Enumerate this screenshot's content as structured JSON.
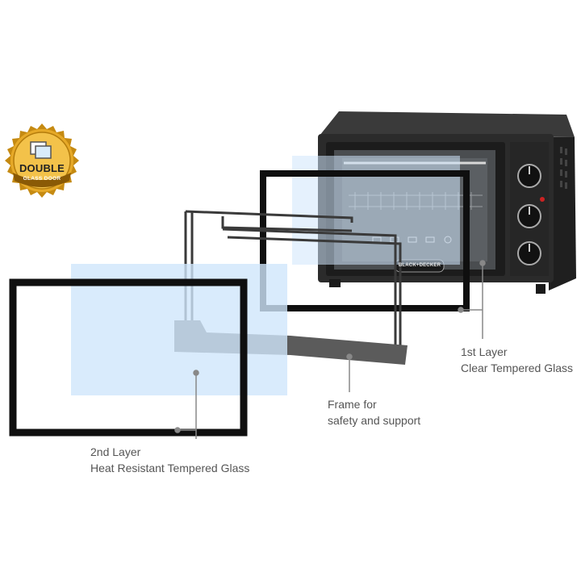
{
  "badge": {
    "main_text": "DOUBLE",
    "sub_text": "GLASS DOOR",
    "colors": {
      "gold_outer": "#c58a12",
      "gold_inner": "#f0b93a",
      "band": "#8a5a06"
    }
  },
  "oven": {
    "brand": "BLACK+DECKER",
    "colors": {
      "body": "#2b2b2b",
      "body_dark": "#1c1c1c",
      "panel": "#262626",
      "window": "#4a4d50"
    }
  },
  "labels": {
    "first_layer": {
      "line1": "1st Layer",
      "line2": "Clear Tempered Glass"
    },
    "frame": {
      "line1": "Frame for",
      "line2": "safety and support"
    },
    "second_layer": {
      "line1": "2nd Layer",
      "line2": "Heat Resistant Tempered Glass"
    }
  },
  "colors": {
    "glass_tint": "#cfe6fb",
    "frame_black": "#0f0f0f",
    "support_frame": "#5b5b5b",
    "leader_line": "#888888",
    "text": "#555555"
  }
}
